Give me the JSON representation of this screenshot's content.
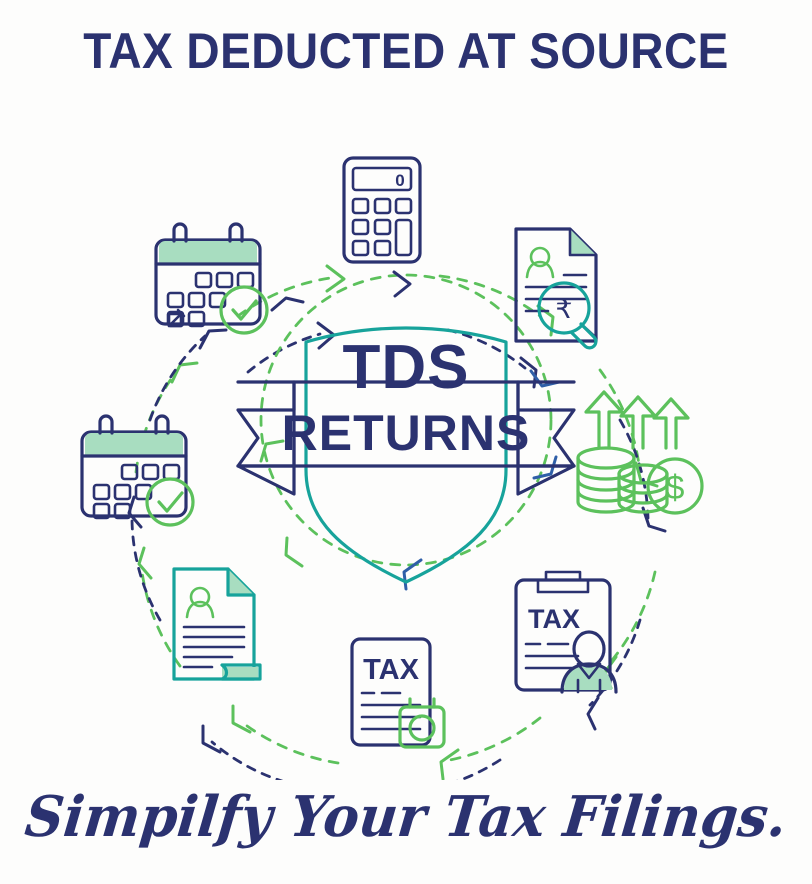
{
  "page": {
    "background_color": "#fdfdfc",
    "title": "TAX DEDUCTED AT SOURCE",
    "tagline": "Simpilfy Your Tax Filings."
  },
  "palette": {
    "navy": "#2b3270",
    "teal": "#17a39b",
    "green": "#5cc15c",
    "mint": "#a8ddc0",
    "mint_light": "#cdeedd",
    "white": "#ffffff"
  },
  "center_badge": {
    "name": "tds-returns-shield",
    "shield_color": "#17a39b",
    "ribbon_color": "#2b3270",
    "line1": "TDS",
    "line2": "RETURNS"
  },
  "chart_data": {
    "type": "diagram",
    "title": "TAX DEDUCTED AT SOURCE",
    "subtitle": "Simpilfy Your Tax Filings.",
    "layout": "radial cycle of 8 icon nodes around a central shield badge",
    "center_label": "TDS RETURNS",
    "connector_style": "dashed arcs with chevron arrowheads, outer ring green, inner ring navy, plus an inner green dashed circle",
    "nodes": [
      {
        "index": 1,
        "angle_deg": 270,
        "name": "calculator-icon",
        "label": "Calculator",
        "colors": [
          "#2b3270",
          "#cdeedd"
        ],
        "display_value": "0"
      },
      {
        "index": 2,
        "angle_deg": 315,
        "name": "document-rupee-search-icon",
        "label": "Income document with rupee magnifier",
        "colors": [
          "#2b3270",
          "#17a39b",
          "#5cc15c",
          "#a8ddc0"
        ],
        "display_value": "₹"
      },
      {
        "index": 3,
        "angle_deg": 0,
        "name": "coins-growth-icon",
        "label": "Coin stacks with growth arrows and dollar coin",
        "colors": [
          "#5cc15c"
        ],
        "display_value": "$"
      },
      {
        "index": 4,
        "angle_deg": 45,
        "name": "tax-clipboard-person-icon",
        "label": "TAX clipboard with taxpayer",
        "colors": [
          "#2b3270",
          "#a8ddc0"
        ],
        "display_value": "TAX"
      },
      {
        "index": 5,
        "angle_deg": 90,
        "name": "tax-document-calendar-icon",
        "label": "TAX document with calendar badge",
        "colors": [
          "#2b3270",
          "#5cc15c"
        ],
        "display_value": "TAX"
      },
      {
        "index": 6,
        "angle_deg": 135,
        "name": "certificate-document-icon",
        "label": "Certificate document with avatar",
        "colors": [
          "#17a39b",
          "#2b3270",
          "#5cc15c",
          "#a8ddc0"
        ],
        "display_value": ""
      },
      {
        "index": 7,
        "angle_deg": 180,
        "name": "calendar-check-icon",
        "label": "Calendar with check mark",
        "colors": [
          "#2b3270",
          "#a8ddc0",
          "#5cc15c"
        ],
        "display_value": ""
      },
      {
        "index": 8,
        "angle_deg": 225,
        "name": "calendar-edit-check-icon",
        "label": "Calendar with edit mark and check",
        "colors": [
          "#2b3270",
          "#a8ddc0",
          "#5cc15c"
        ],
        "display_value": ""
      }
    ]
  },
  "icons": {
    "calculator": {
      "name": "calculator-icon",
      "display": "0"
    },
    "doc_rupee": {
      "name": "document-rupee-search-icon",
      "currency": "₹"
    },
    "coins": {
      "name": "coins-growth-icon",
      "currency": "$"
    },
    "tax_clipboard": {
      "name": "tax-clipboard-person-icon",
      "label": "TAX"
    },
    "tax_document": {
      "name": "tax-document-calendar-icon",
      "label": "TAX"
    },
    "certificate": {
      "name": "certificate-document-icon",
      "label": ""
    },
    "calendar_check": {
      "name": "calendar-check-icon",
      "label": ""
    },
    "calendar_edit": {
      "name": "calendar-edit-check-icon",
      "label": ""
    }
  }
}
